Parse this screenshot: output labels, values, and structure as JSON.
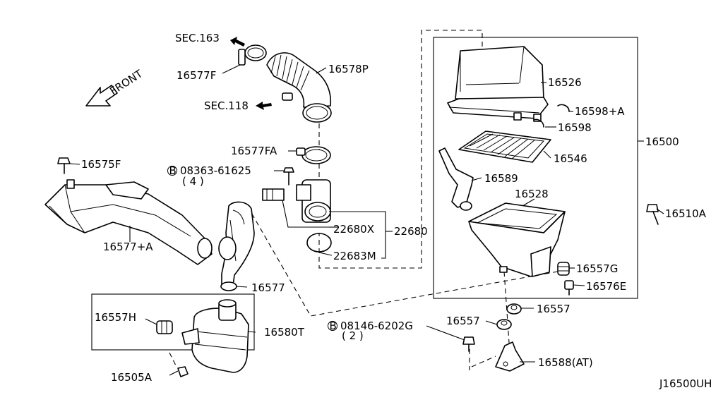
{
  "diagram_code": "J16500UH",
  "front_label": "FRONT",
  "refs": {
    "sec163": "SEC.163",
    "sec118": "SEC.118"
  },
  "labels": {
    "p16577F": "16577F",
    "p16578P": "16578P",
    "p16577FA": "16577FA",
    "p16575F": "16575F",
    "bolt08363": "08363-61625",
    "bolt08363_qty": "( 4 )",
    "p16577A": "16577+A",
    "p22680X": "22680X",
    "p22680": "22680",
    "p22683M": "22683M",
    "p16577": "16577",
    "p16557H": "16557H",
    "p16580T": "16580T",
    "p16505A": "16505A",
    "bolt08146": "08146-6202G",
    "bolt08146_qty": "( 2 )",
    "p16557_a": "16557",
    "p16557_b": "16557",
    "p16588AT": "16588(AT)",
    "p16526": "16526",
    "p16598A": "16598+A",
    "p16598": "16598",
    "p16546": "16546",
    "p16589": "16589",
    "p16528": "16528",
    "p16500": "16500",
    "p16510A": "16510A",
    "p16557G": "16557G",
    "p16576E": "16576E"
  },
  "bolt_marker": "B"
}
